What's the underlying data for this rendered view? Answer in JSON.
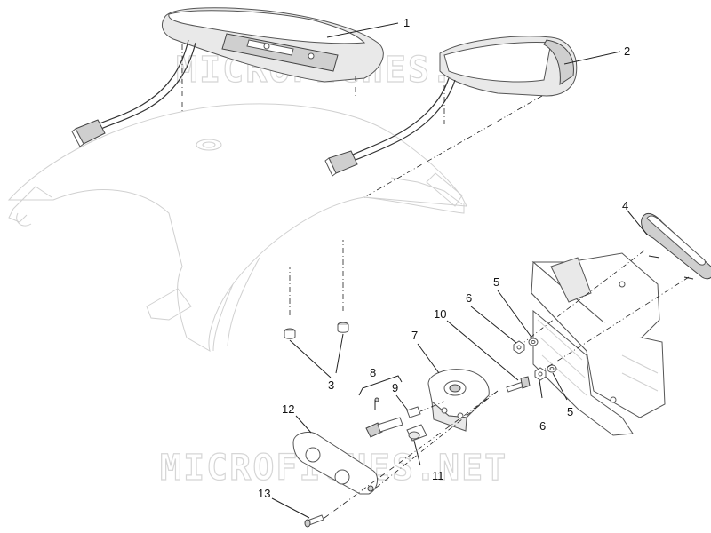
{
  "watermark": "MICROFICHES.NET",
  "callouts": [
    {
      "id": "c1",
      "label": "1"
    },
    {
      "id": "c2",
      "label": "2"
    },
    {
      "id": "c3",
      "label": "3"
    },
    {
      "id": "c4",
      "label": "4"
    },
    {
      "id": "c5a",
      "label": "5"
    },
    {
      "id": "c5b",
      "label": "5"
    },
    {
      "id": "c6a",
      "label": "6"
    },
    {
      "id": "c6b",
      "label": "6"
    },
    {
      "id": "c7",
      "label": "7"
    },
    {
      "id": "c8",
      "label": "8"
    },
    {
      "id": "c9",
      "label": "9"
    },
    {
      "id": "c10",
      "label": "10"
    },
    {
      "id": "c11",
      "label": "11"
    },
    {
      "id": "c12",
      "label": "12"
    },
    {
      "id": "c13",
      "label": "13"
    }
  ]
}
